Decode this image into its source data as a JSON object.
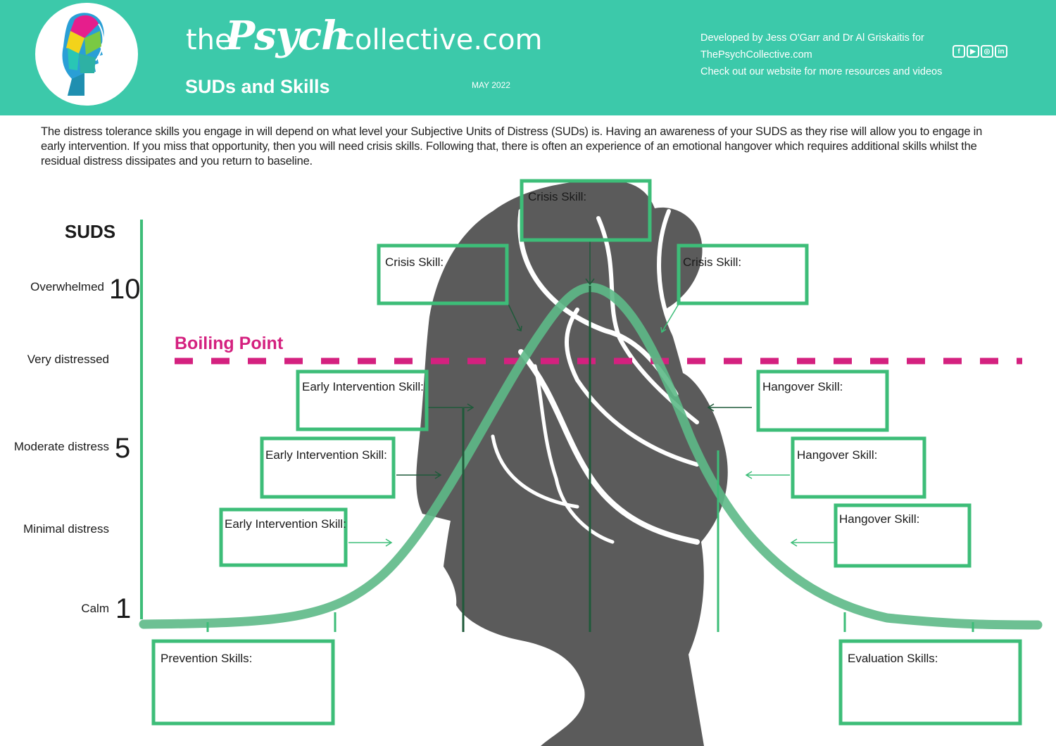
{
  "header": {
    "brand": {
      "the": "the",
      "psych": "Psych",
      "rest": "collective.com"
    },
    "subtitle": "SUDs and Skills",
    "date": "MAY 2022",
    "credit": {
      "line1": "Developed by Jess O'Garr and Dr Al Griskaitis for",
      "line2": "ThePsychCollective.com",
      "line3": "Check out our website for more resources and videos"
    },
    "socials": [
      {
        "icon": "facebook-icon",
        "glyph": "f"
      },
      {
        "icon": "youtube-icon",
        "glyph": "▶"
      },
      {
        "icon": "instagram-icon",
        "glyph": "◎"
      },
      {
        "icon": "linkedin-icon",
        "glyph": "in"
      }
    ]
  },
  "intro": "The distress tolerance skills you engage in will depend on what level your Subjective Units of Distress (SUDs) is. Having an awareness of your SUDS as they rise will allow you to engage in early intervention. If you miss that opportunity, then you will need crisis skills. Following that, there is often an experience of an emotional hangover which requires additional skills whilst the residual distress dissipates and you return to baseline.",
  "scale": {
    "heading": "SUDS",
    "levels": [
      {
        "label": "Overwhelmed",
        "number": "10"
      },
      {
        "label": "Very distressed",
        "number": ""
      },
      {
        "label": "Moderate distress",
        "number": "5"
      },
      {
        "label": "Minimal distress",
        "number": ""
      },
      {
        "label": "Calm",
        "number": "1"
      }
    ]
  },
  "boiling_point": "Boiling Point",
  "boxes": {
    "crisis_top": "Crisis Skill:",
    "crisis_left": "Crisis Skill:",
    "crisis_right": "Crisis Skill:",
    "early_1": "Early Intervention Skill:",
    "early_2": "Early Intervention Skill:",
    "early_3": "Early Intervention Skill:",
    "hangover_1": "Hangover Skill:",
    "hangover_2": "Hangover Skill:",
    "hangover_3": "Hangover Skill:",
    "prevention": "Prevention Skills:",
    "evaluation": "Evaluation Skills:"
  },
  "colors": {
    "teal": "#3cc9aa",
    "green": "#3dbd78",
    "curve": "#5db987",
    "magenta": "#d4217f",
    "silhouette": "#5b5b5b"
  }
}
